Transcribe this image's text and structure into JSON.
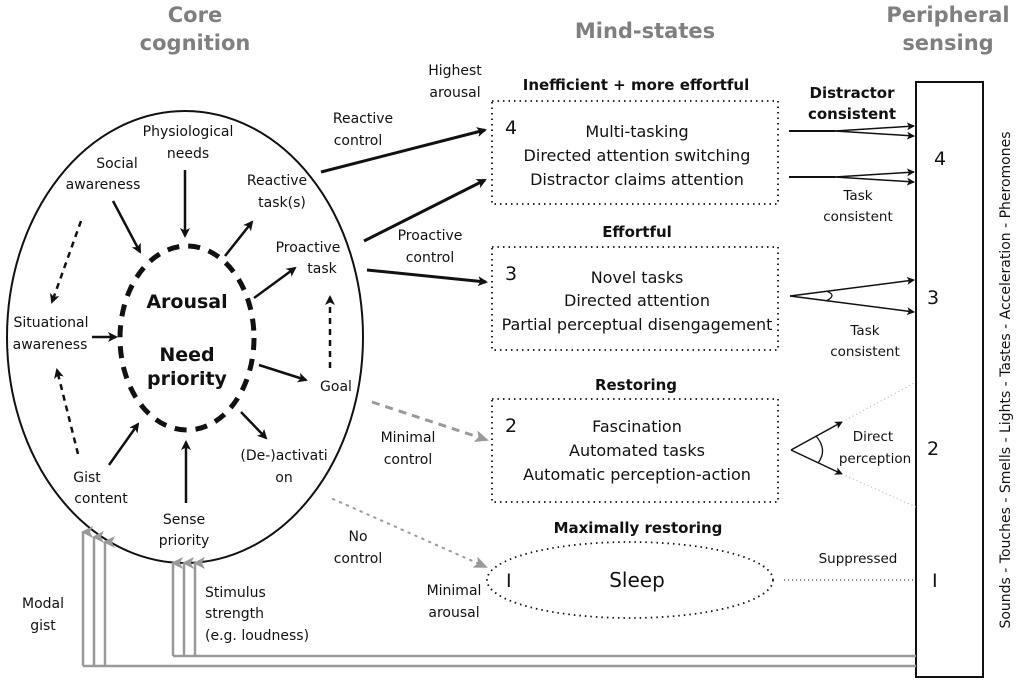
{
  "sections": {
    "core_cognition": [
      "Core",
      "cognition"
    ],
    "mind_states": "Mind-states",
    "peripheral_sensing": [
      "Peripheral",
      "sensing"
    ]
  },
  "core": {
    "center": [
      "Arousal",
      "Need",
      "priority"
    ],
    "nodes": {
      "physiological_needs": [
        "Physiological",
        "needs"
      ],
      "social_awareness": [
        "Social",
        "awareness"
      ],
      "reactive_tasks": [
        "Reactive",
        "task(s)"
      ],
      "proactive_task": [
        "Proactive",
        "task"
      ],
      "situational_awareness": [
        "Situational",
        "awareness"
      ],
      "goal": "Goal",
      "gist_content": [
        "Gist",
        "content"
      ],
      "sense_priority": [
        "Sense",
        "priority"
      ],
      "deactivation": [
        "(De-)activati",
        "on"
      ]
    }
  },
  "controls": {
    "reactive_control": [
      "Reactive",
      "control"
    ],
    "proactive_control": [
      "Proactive",
      "control"
    ],
    "minimal_control": [
      "Minimal",
      "control"
    ],
    "no_control": [
      "No",
      "control"
    ],
    "highest_arousal": [
      "Highest",
      "arousal"
    ],
    "minimal_arousal": [
      "Minimal",
      "arousal"
    ]
  },
  "mind_states": [
    {
      "level": "4",
      "heading": "Inefficient + more effortful",
      "lines": [
        "Multi-tasking",
        "Directed attention switching",
        "Distractor claims attention"
      ]
    },
    {
      "level": "3",
      "heading": "Effortful",
      "lines": [
        "Novel tasks",
        "Directed attention",
        "Partial perceptual disengagement"
      ]
    },
    {
      "level": "2",
      "heading": "Restoring",
      "lines": [
        "Fascination",
        "Automated tasks",
        "Automatic perception-action"
      ]
    },
    {
      "level": "I",
      "heading": "Maximally restoring",
      "lines": [
        "Sleep"
      ]
    }
  ],
  "sensing_labels": {
    "distractor_consistent": [
      "Distractor",
      "consistent"
    ],
    "task_consistent_4": [
      "Task",
      "consistent"
    ],
    "task_consistent_3": [
      "Task",
      "consistent"
    ],
    "direct_perception": [
      "Direct",
      "perception"
    ],
    "suppressed": "Suppressed"
  },
  "peripheral": {
    "levels": [
      "4",
      "3",
      "2",
      "I"
    ],
    "senses": "Sounds - Touches - Smells - Lights - Tastes - Acceleration - Pheromones"
  },
  "inputs": {
    "modal_gist": [
      "Modal",
      "gist"
    ],
    "stimulus_strength": [
      "Stimulus",
      "strength",
      "(e.g. loudness)"
    ]
  },
  "colors": {
    "section_title": "#7f7f7f",
    "gray_arrow": "#999999",
    "line": "#111111"
  }
}
